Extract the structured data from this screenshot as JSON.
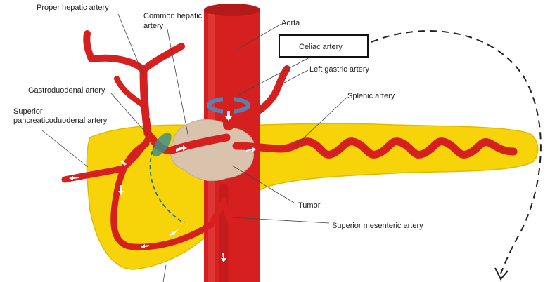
{
  "labels": {
    "proper_hepatic": "Proper hepatic artery",
    "common_hepatic_1": "Common hepatic",
    "common_hepatic_2": "artery",
    "aorta": "Aorta",
    "celiac": "Celiac artery",
    "left_gastric": "Left gastric artery",
    "gastroduodenal": "Gastroduodenal artery",
    "sup_pd_1": "Superior",
    "sup_pd_2": "pancreaticoduodenal artery",
    "splenic": "Splenic artery",
    "tumor": "Tumor",
    "sma": "Superior mesenteric artery"
  },
  "colors": {
    "artery": "#d62020",
    "artery_dark": "#a81414",
    "pancreas": "#f7d40a",
    "pancreas_dark": "#e3b900",
    "tumor": "#d9c3ad",
    "blue_band": "#5b7fb3",
    "teal_band": "#3f8f86",
    "arrow": "#ffffff"
  },
  "icons": [
    "white-flow-arrow",
    "dashed-curved-arrow",
    "dashed-resection-line"
  ]
}
